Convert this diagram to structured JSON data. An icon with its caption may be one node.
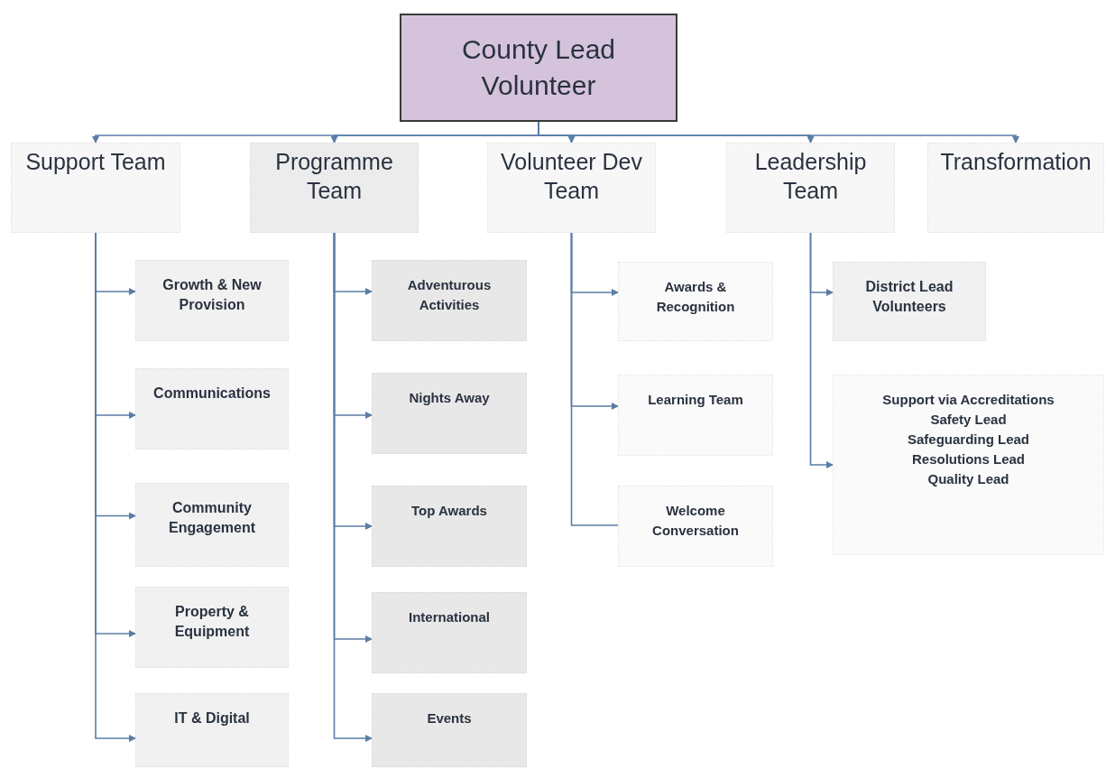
{
  "diagram": {
    "nodes": [
      {
        "text": [
          "County Lead Volunteer"
        ]
      },
      {
        "text": [
          "Support Team"
        ]
      },
      {
        "text": [
          "Programme Team"
        ]
      },
      {
        "text": [
          "Volunteer Dev Team"
        ]
      },
      {
        "text": [
          "Leadership Team"
        ]
      },
      {
        "text": [
          "Transformation"
        ]
      },
      {
        "text": [
          "Growth & New Provision"
        ]
      },
      {
        "text": [
          "Communications"
        ]
      },
      {
        "text": [
          "Community Engagement"
        ]
      },
      {
        "text": [
          "Property & Equipment"
        ]
      },
      {
        "text": [
          "IT & Digital"
        ]
      },
      {
        "text": [
          "Adventurous Activities"
        ]
      },
      {
        "text": [
          "Nights Away"
        ]
      },
      {
        "text": [
          "Top Awards"
        ]
      },
      {
        "text": [
          "International"
        ]
      },
      {
        "text": [
          "Events"
        ]
      },
      {
        "text": [
          "Awards & Recognition"
        ]
      },
      {
        "text": [
          "Learning Team"
        ]
      },
      {
        "text": [
          "Welcome Conversation"
        ]
      },
      {
        "text": [
          "District Lead Volunteers"
        ]
      },
      {
        "text": [
          "Support via Accreditations",
          "Safety Lead",
          "Safeguarding Lead",
          "Resolutions Lead",
          "Quality Lead"
        ]
      }
    ],
    "edges": [
      {
        "from": 0,
        "to": 1,
        "arrow": "to"
      },
      {
        "from": 0,
        "to": 2,
        "arrow": "to"
      },
      {
        "from": 0,
        "to": 3,
        "arrow": "to"
      },
      {
        "from": 0,
        "to": 4,
        "arrow": "to"
      },
      {
        "from": 0,
        "to": 5,
        "arrow": "to"
      },
      {
        "from": 1,
        "to": 6,
        "arrow": "to"
      },
      {
        "from": 1,
        "to": 7,
        "arrow": "to"
      },
      {
        "from": 1,
        "to": 8,
        "arrow": "to"
      },
      {
        "from": 1,
        "to": 9,
        "arrow": "to"
      },
      {
        "from": 1,
        "to": 10,
        "arrow": "to"
      },
      {
        "from": 2,
        "to": 11,
        "arrow": "to"
      },
      {
        "from": 2,
        "to": 12,
        "arrow": "to"
      },
      {
        "from": 2,
        "to": 13,
        "arrow": "to"
      },
      {
        "from": 2,
        "to": 14,
        "arrow": "to"
      },
      {
        "from": 2,
        "to": 15,
        "arrow": "to"
      },
      {
        "from": 3,
        "to": 16,
        "arrow": "to"
      },
      {
        "from": 3,
        "to": 17,
        "arrow": "to"
      },
      {
        "from": 3,
        "to": 18,
        "arrow": "none"
      },
      {
        "from": 4,
        "to": 19,
        "arrow": "to"
      },
      {
        "from": 4,
        "to": 20,
        "arrow": "to"
      }
    ]
  }
}
